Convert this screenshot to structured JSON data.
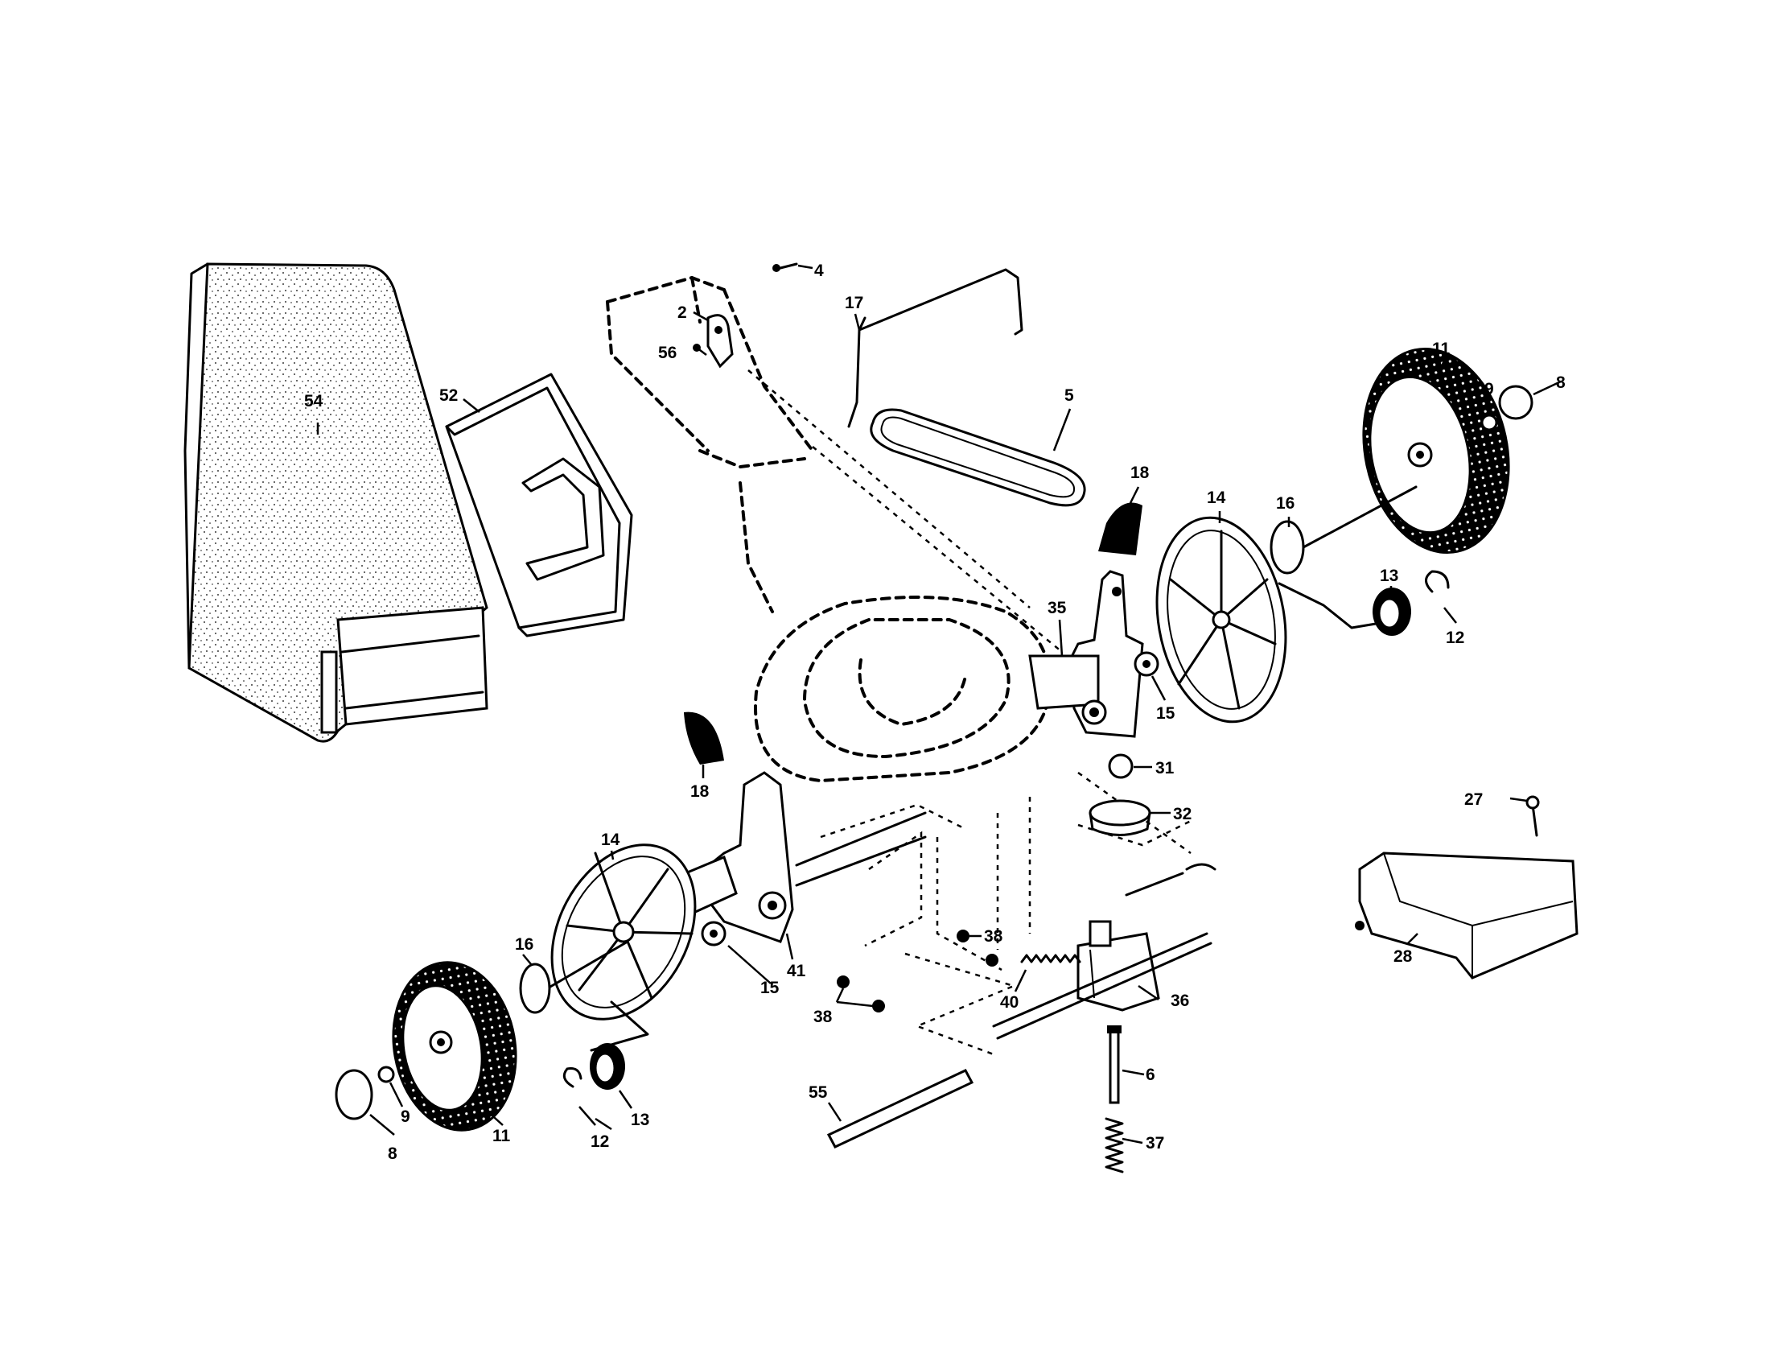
{
  "callouts": {
    "p2": "2",
    "p4": "4",
    "p17": "17",
    "p56": "56",
    "p54": "54",
    "p52": "52",
    "p5": "5",
    "p18a": "18",
    "p14a": "14",
    "p16a": "16",
    "p11a": "11",
    "p9a": "9",
    "p8a": "8",
    "p13a": "13",
    "p12a": "12",
    "p35": "35",
    "p15a": "15",
    "p31": "31",
    "p32": "32",
    "p27": "27",
    "p28": "28",
    "p18b": "18",
    "p14b": "14",
    "p16b": "16",
    "p15b": "15",
    "p41": "41",
    "p38a": "38",
    "p38b": "38",
    "p40": "40",
    "p36": "36",
    "p6": "6",
    "p55": "55",
    "p37": "37",
    "p11b": "11",
    "p9b": "9",
    "p8b": "8",
    "p12b": "12",
    "p13b": "13"
  }
}
